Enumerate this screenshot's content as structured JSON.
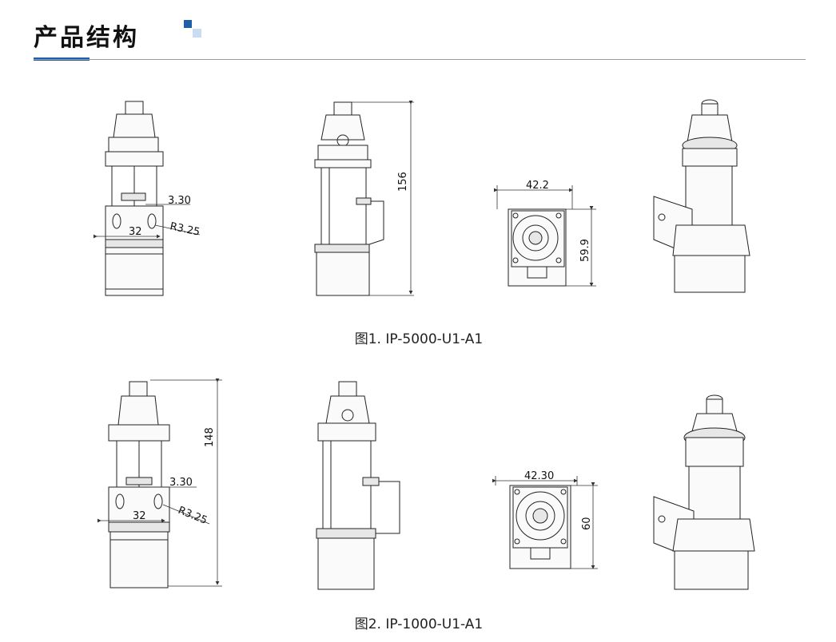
{
  "section": {
    "title": "产品结构",
    "accent_color": "#1e5fa8"
  },
  "figures": [
    {
      "caption": "图1. IP-5000-U1-A1",
      "dims": {
        "slot_width": "3.30",
        "hole_radius": "R3.25",
        "hole_spacing": "32",
        "height": "156",
        "flange_width": "42.2",
        "flange_height": "59.9"
      }
    },
    {
      "caption": "图2. IP-1000-U1-A1",
      "dims": {
        "slot_width": "3.30",
        "hole_radius": "R3.25",
        "hole_spacing": "32",
        "height": "148",
        "flange_width": "42.30",
        "flange_height": "60"
      }
    }
  ]
}
